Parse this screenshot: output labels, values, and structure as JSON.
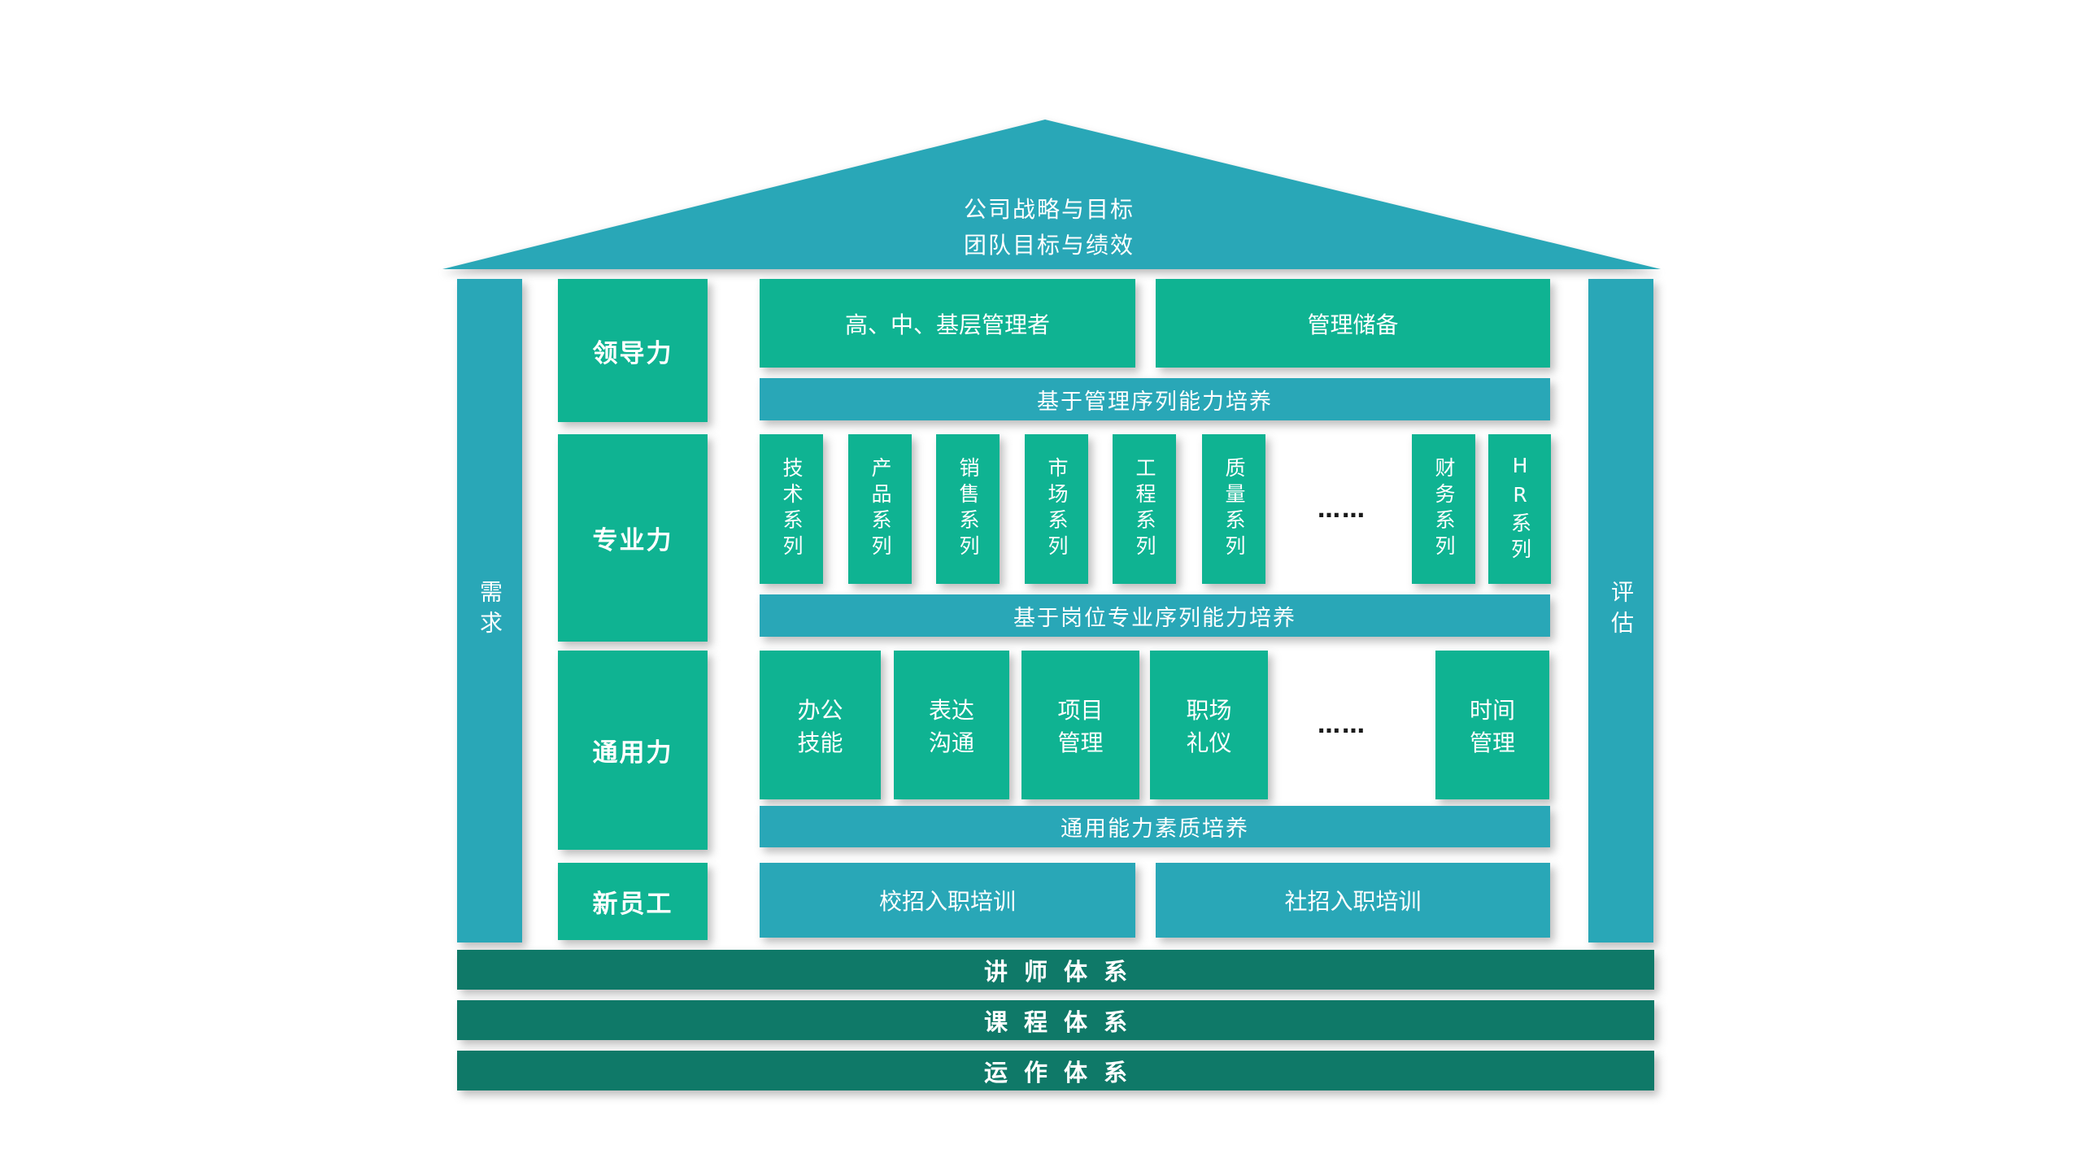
{
  "colors": {
    "teal": "#29A7B7",
    "green": "#0FB392",
    "dark_green": "#0F7968",
    "dots_text": "#1a1a1a"
  },
  "roof": {
    "line1": "公司战略与目标",
    "line2": "团队目标与绩效"
  },
  "left_bar": {
    "label": "需求"
  },
  "right_bar": {
    "label": "评估"
  },
  "rows": [
    {
      "label": "领导力",
      "boxes": [
        "高、中、基层管理者",
        "管理储备"
      ],
      "band": "基于管理序列能力培养"
    },
    {
      "label": "专业力",
      "boxes": [
        "技术系列",
        "产品系列",
        "销售系列",
        "市场系列",
        "工程系列",
        "质量系列",
        "……",
        "财务系列",
        "HR系列"
      ],
      "band": "基于岗位专业序列能力培养"
    },
    {
      "label": "通用力",
      "boxes": [
        "办公\n技能",
        "表达\n沟通",
        "项目\n管理",
        "职场\n礼仪",
        "……",
        "时间\n管理"
      ],
      "band": "通用能力素质培养"
    },
    {
      "label": "新员工",
      "boxes": [
        "校招入职培训",
        "社招入职培训"
      ]
    }
  ],
  "bottom_bars": [
    "讲师体系",
    "课程体系",
    "运作体系"
  ]
}
